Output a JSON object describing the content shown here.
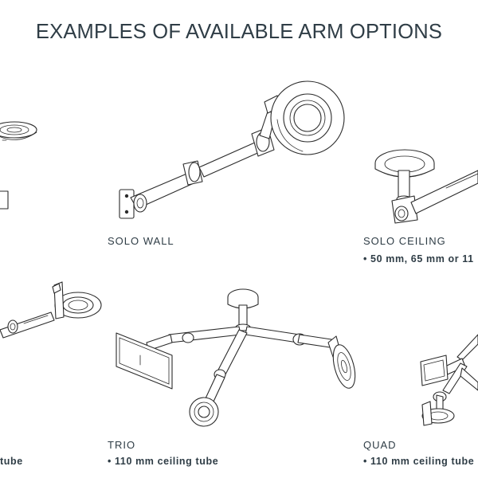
{
  "page": {
    "title": "EXAMPLES OF AVAILABLE ARM OPTIONS"
  },
  "options": [
    {
      "name": "SOLO WALL",
      "bullet": ""
    },
    {
      "name": "SOLO CEILING",
      "bullet": "• 50 mm, 65 mm or 11"
    },
    {
      "name": "",
      "bullet": "tube"
    },
    {
      "name": "TRIO",
      "bullet": "• 110 mm ceiling tube"
    },
    {
      "name": "QUAD",
      "bullet": "• 110 mm ceiling tube"
    }
  ],
  "illustrations": [
    "partial-arm-top-left",
    "solo-wall-arm",
    "solo-ceiling-arm",
    "partial-arm-bottom-left",
    "trio-ceiling-arm",
    "quad-ceiling-arm"
  ]
}
